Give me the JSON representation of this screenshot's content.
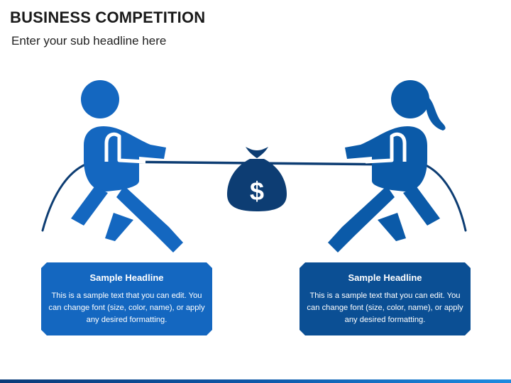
{
  "header": {
    "title": "BUSINESS COMPETITION",
    "subtitle": "Enter your sub headline here"
  },
  "colors": {
    "man": "#1467c0",
    "woman": "#0b5aa8",
    "money_bag": "#0d3d73",
    "rope": "#0d3d73",
    "card_left": "#1467c0",
    "card_right": "#0b4f94"
  },
  "icons": {
    "left_figure": "person-pulling-icon",
    "right_figure": "woman-pulling-icon",
    "center": "money-bag-icon",
    "currency_symbol": "$"
  },
  "cards": [
    {
      "headline": "Sample Headline",
      "body": "This is a sample text that you can edit. You can change font (size, color, name), or apply any desired formatting."
    },
    {
      "headline": "Sample Headline",
      "body": "This is a sample text that you can edit. You can change font (size, color, name), or apply any desired formatting."
    }
  ]
}
